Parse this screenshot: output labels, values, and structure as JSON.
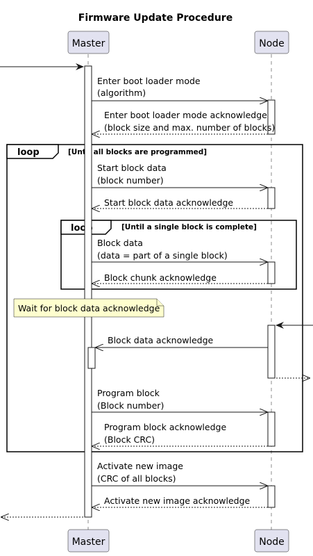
{
  "title": "Firmware Update Procedure",
  "participants": [
    {
      "id": "master",
      "label": "Master"
    },
    {
      "id": "node",
      "label": "Node"
    }
  ],
  "messages": [
    {
      "lines": [
        "Enter boot loader mode",
        "(algorithm)"
      ]
    },
    {
      "lines": [
        "Enter boot loader mode acknowledge",
        "(block size and max. number of blocks)"
      ]
    },
    {
      "lines": [
        "Start block data",
        "(block number)"
      ]
    },
    {
      "lines": [
        "Start block data acknowledge"
      ]
    },
    {
      "lines": [
        "Block data",
        "(data = part of a single block)"
      ]
    },
    {
      "lines": [
        "Block chunk acknowledge"
      ]
    },
    {
      "lines": [
        "Block data acknowledge"
      ]
    },
    {
      "lines": [
        "Program block",
        "(Block number)"
      ]
    },
    {
      "lines": [
        "Program block acknowledge",
        "(Block CRC)"
      ]
    },
    {
      "lines": [
        "Activate new image",
        "(CRC of all blocks)"
      ]
    },
    {
      "lines": [
        "Activate new image acknowledge"
      ]
    }
  ],
  "frames": [
    {
      "keyword": "loop",
      "guard": "[Until all blocks are programmed]"
    },
    {
      "keyword": "loop",
      "guard": "[Until a single block is complete]"
    }
  ],
  "note": {
    "text": "Wait for block data acknowledge"
  }
}
